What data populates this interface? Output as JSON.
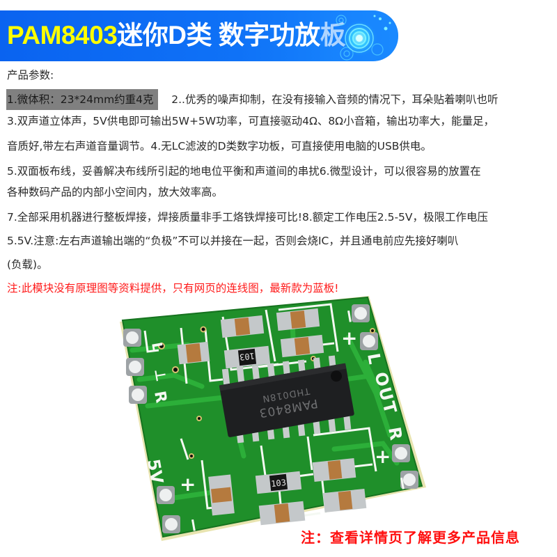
{
  "banner": {
    "title_model": "PAM8403",
    "title_rest": "迷你D类 数字功放板",
    "bg_color": "#0f72f7",
    "model_color": "#ffff00",
    "deco_icon": "gear-circle-icon"
  },
  "specs": {
    "heading": "产品参数:",
    "lines": [
      {
        "highlight": "1.微体积：23*24mm约重4克",
        "text": "    2..优秀的噪声抑制，在没有接输入音频的情况下，耳朵贴着喇叭也听"
      },
      {
        "text": "3.双声道立体声，5V供电即可输出5W+5W功率，可直接驱动4Ω、8Ω小音箱，输出功率大，能量足，"
      },
      {
        "text": "音质好,带左右声道音量调节。4.无LC滤波的D类数字功板，可直接使用电脑的USB供电。"
      },
      {
        "text": "5.双面板布线，妥善解决布线所引起的地电位平衡和声道间的串扰6.微型设计，可以很容易的放置在"
      },
      {
        "text": "各种数码产品的内部小空间内，放大效率高。"
      },
      {
        "text": "7.全部采用机器进行整板焊接，焊接质量非手工烙铁焊接可比!8.额定工作电压2.5-5V，极限工作电压"
      },
      {
        "text": "5.5V.注意:左右声道输出端的“负极”不可以并接在一起，否则会烧IC，并且通电前应先接好喇叭"
      },
      {
        "text": "(负载)。"
      }
    ],
    "highlight_color": "#808080"
  },
  "red_note": "注:此模块没有原理图等资料提供，只有网页的连线图，最新款为蓝板!",
  "bottom_note": "注：查看详情页了解更多产品信息",
  "note_color": "#ff1a1a",
  "pcb": {
    "board_color": "#1f8f2a",
    "chip_label_1": "PAM8403",
    "chip_label_2": "THD018N",
    "resistor_label": "103",
    "silk_input": [
      "L",
      "⊥",
      "R"
    ],
    "silk_power": [
      "5V",
      "+",
      "−"
    ],
    "silk_out": "OUT",
    "silk_out_l": [
      "−",
      "+",
      "L"
    ],
    "silk_out_r": [
      "R",
      "+",
      "−"
    ]
  }
}
